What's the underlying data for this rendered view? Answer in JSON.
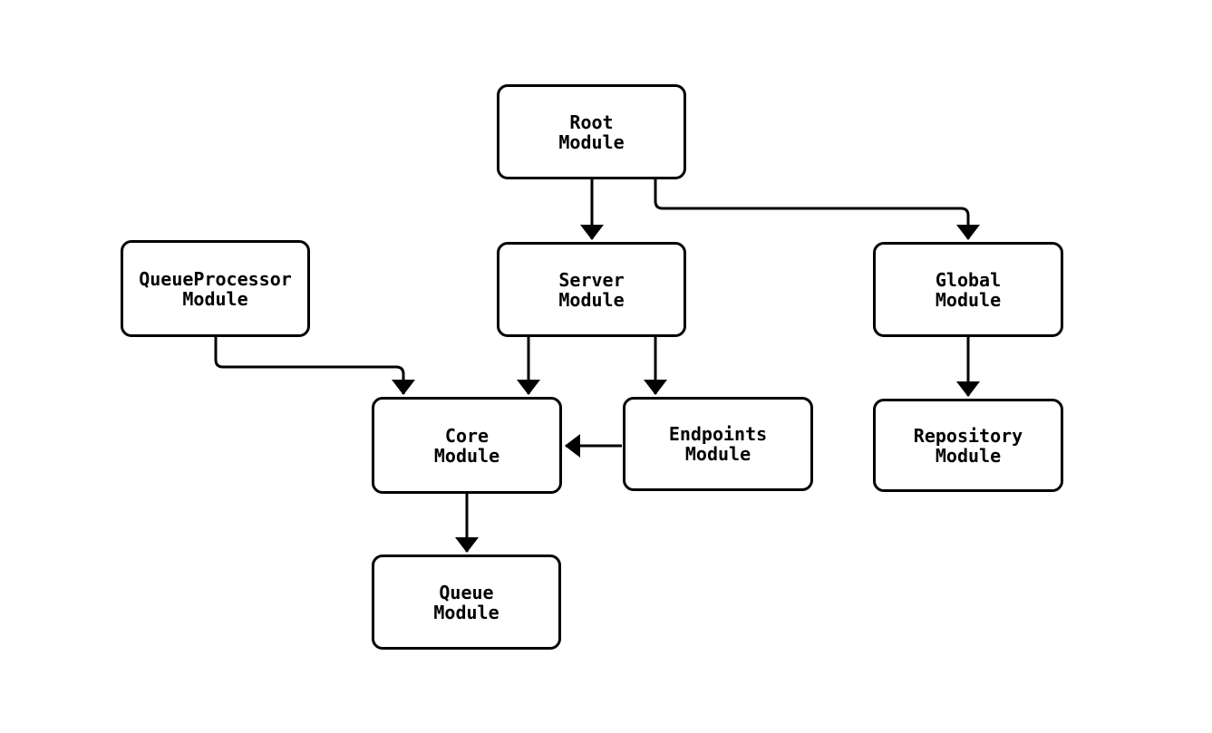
{
  "diagram": {
    "type": "module-dependency-flowchart",
    "nodes": [
      {
        "id": "root",
        "label": "Root\nModule"
      },
      {
        "id": "queueprocessor",
        "label": "QueueProcessor\nModule"
      },
      {
        "id": "server",
        "label": "Server\nModule"
      },
      {
        "id": "global",
        "label": "Global\nModule"
      },
      {
        "id": "core",
        "label": "Core\nModule"
      },
      {
        "id": "endpoints",
        "label": "Endpoints\nModule"
      },
      {
        "id": "repository",
        "label": "Repository\nModule"
      },
      {
        "id": "queue",
        "label": "Queue\nModule"
      }
    ],
    "edges": [
      {
        "from": "root",
        "to": "server"
      },
      {
        "from": "root",
        "to": "global"
      },
      {
        "from": "queueprocessor",
        "to": "core"
      },
      {
        "from": "server",
        "to": "core"
      },
      {
        "from": "server",
        "to": "endpoints"
      },
      {
        "from": "endpoints",
        "to": "core"
      },
      {
        "from": "global",
        "to": "repository"
      },
      {
        "from": "core",
        "to": "queue"
      }
    ],
    "colors": {
      "stroke": "#000000",
      "background": "#ffffff"
    }
  }
}
